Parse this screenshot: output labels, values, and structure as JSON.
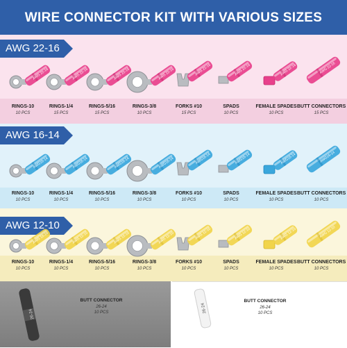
{
  "title": "WIRE CONNECTOR KIT WITH VARIOUS SIZES",
  "colors": {
    "header_blue": "#2f5fa8",
    "pink_section_bg": "#fbe3ee",
    "blue_section_bg": "#e1f2fa",
    "yellow_section_bg": "#fbf6dc",
    "pink_tube": "#e8408b",
    "blue_tube": "#3aa7dc",
    "yellow_tube": "#f1d44a",
    "metal": "#b9bcc0"
  },
  "sections": [
    {
      "tag": "AWG 22-16",
      "tube_label": "AWG 22-16",
      "items": [
        {
          "label": "RINGS-10",
          "count": "10 PCS",
          "icon": "ring-terminal-icon"
        },
        {
          "label": "RINGS-1/4",
          "count": "15 PCS",
          "icon": "ring-terminal-icon"
        },
        {
          "label": "RINGS-5/16",
          "count": "15 PCS",
          "icon": "ring-terminal-icon"
        },
        {
          "label": "RINGS-3/8",
          "count": "10 PCS",
          "icon": "ring-terminal-icon"
        },
        {
          "label": "FORKS #10",
          "count": "15 PCS",
          "icon": "fork-terminal-icon"
        },
        {
          "label": "SPADS",
          "count": "10 PCS",
          "icon": "spade-terminal-icon"
        },
        {
          "label": "FEMALE SPADES",
          "count": "10 PCS",
          "icon": "female-spade-icon"
        },
        {
          "label": "BUTT CONNECTORS",
          "count": "15 PCS",
          "icon": "butt-connector-icon"
        }
      ]
    },
    {
      "tag": "AWG 16-14",
      "tube_label": "AWG16-14",
      "items": [
        {
          "label": "RINGS-10",
          "count": "10 PCS",
          "icon": "ring-terminal-icon"
        },
        {
          "label": "RINGS-1/4",
          "count": "10 PCS",
          "icon": "ring-terminal-icon"
        },
        {
          "label": "RINGS-5/16",
          "count": "10 PCS",
          "icon": "ring-terminal-icon"
        },
        {
          "label": "RINGS-3/8",
          "count": "10 PCS",
          "icon": "ring-terminal-icon"
        },
        {
          "label": "FORKS #10",
          "count": "10 PCS",
          "icon": "fork-terminal-icon"
        },
        {
          "label": "SPADS",
          "count": "10 PCS",
          "icon": "spade-terminal-icon"
        },
        {
          "label": "FEMALE SPADES",
          "count": "10 PCS",
          "icon": "female-spade-icon"
        },
        {
          "label": "BUTT CONNECTORS",
          "count": "10 PCS",
          "icon": "butt-connector-icon"
        }
      ]
    },
    {
      "tag": "AWG 12-10",
      "tube_label": "AWG 12-10",
      "items": [
        {
          "label": "RINGS-10",
          "count": "10 PCS",
          "icon": "ring-terminal-icon"
        },
        {
          "label": "RINGS-1/4",
          "count": "10 PCS",
          "icon": "ring-terminal-icon"
        },
        {
          "label": "RINGS-5/16",
          "count": "10 PCS",
          "icon": "ring-terminal-icon"
        },
        {
          "label": "RINGS-3/8",
          "count": "10 PCS",
          "icon": "ring-terminal-icon"
        },
        {
          "label": "FORKS #10",
          "count": "10 PCS",
          "icon": "fork-terminal-icon"
        },
        {
          "label": "SPADS",
          "count": "10 PCS",
          "icon": "spade-terminal-icon"
        },
        {
          "label": "FEMALE SPADES",
          "count": "10 PCS",
          "icon": "female-spade-icon"
        },
        {
          "label": "BUTT CONNECTORS",
          "count": "10 PCS",
          "icon": "butt-connector-icon"
        }
      ]
    }
  ],
  "bottom": [
    {
      "label": "BUTT CONNECTOR",
      "awg": "26-24",
      "count": "10 PCS",
      "tube_label": "26-24"
    },
    {
      "label": "BUTT CONNECTOR",
      "awg": "26-24",
      "count": "10 PCS",
      "tube_label": "26-24"
    }
  ]
}
